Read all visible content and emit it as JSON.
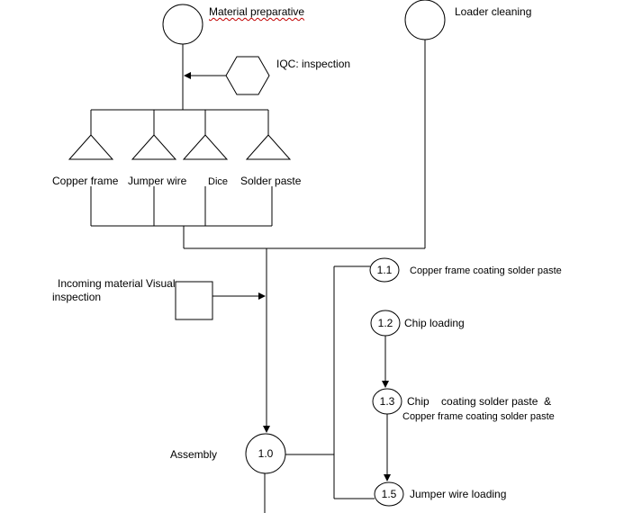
{
  "top": {
    "material_preparative": "Material preparative",
    "loader_cleaning": "Loader cleaning",
    "iqc_inspection": "IQC: inspection"
  },
  "materials": {
    "copper_frame": "Copper frame",
    "jumper_wire": "Jumper wire",
    "dice": "Dice",
    "solder_paste": "Solder paste"
  },
  "incoming": {
    "line1": "Incoming material Visual",
    "line2": "inspection"
  },
  "assembly": {
    "label": "Assembly",
    "number": "1.0"
  },
  "steps": [
    {
      "number": "1.1",
      "label": "Copper frame coating solder paste"
    },
    {
      "number": "1.2",
      "label": "Chip loading"
    },
    {
      "number": "1.3",
      "label": "Chip    coating solder paste  &",
      "label2": "Copper frame coating solder paste"
    },
    {
      "number": "1.5",
      "label": "Jumper wire loading"
    }
  ]
}
